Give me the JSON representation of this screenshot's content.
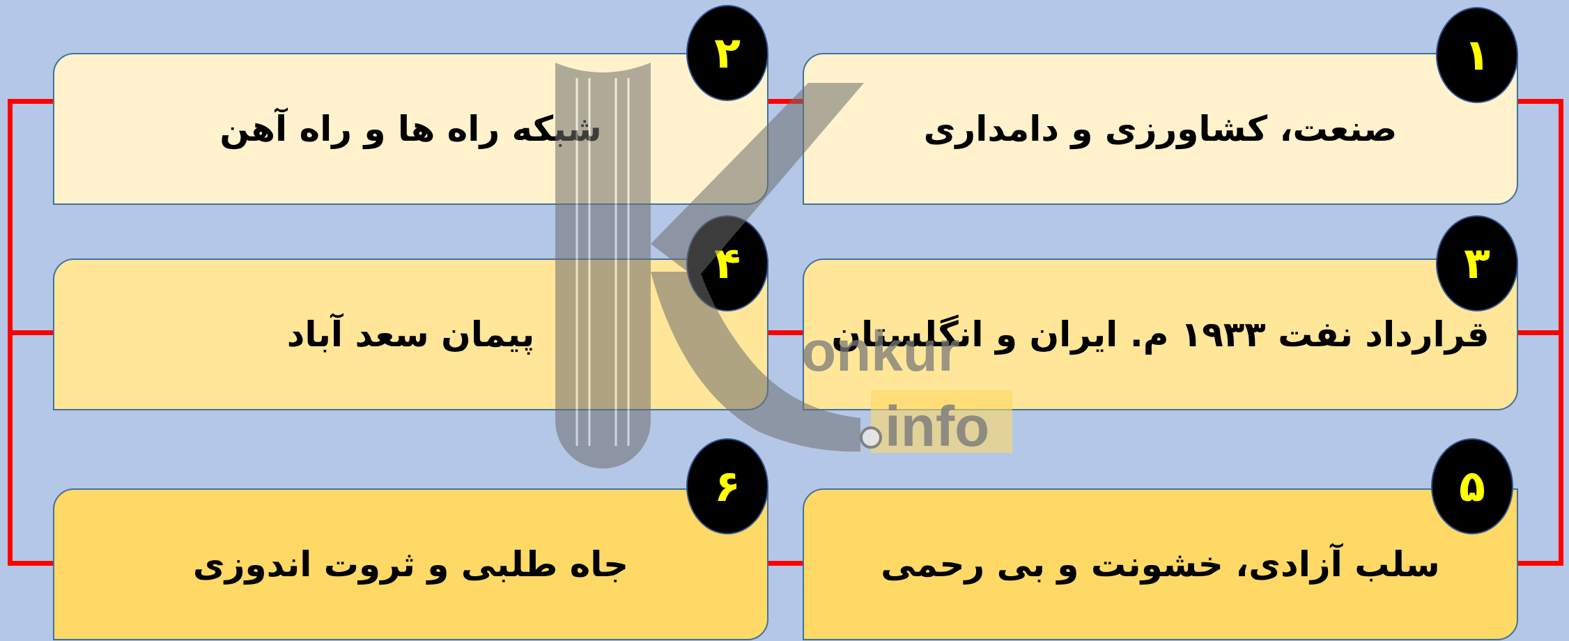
{
  "colors": {
    "background": "#b4c7e7",
    "connector": "#ff0000",
    "row1_fill": "#fff2cc",
    "row2_fill": "#ffe699",
    "row3_fill": "#ffd966",
    "badge_fill": "#000000",
    "badge_number": "#ffff00"
  },
  "items": [
    {
      "number": "۱",
      "text": "صنعت، کشاورزی و دامداری"
    },
    {
      "number": "۲",
      "text": "شبکه راه ها و راه آهن"
    },
    {
      "number": "۳",
      "text": "قرارداد نفت ۱۹۳۳ م. ایران و انگلستان"
    },
    {
      "number": "۴",
      "text": "پیمان سعد آباد"
    },
    {
      "number": "۵",
      "text": "سلب آزادی، خشونت و بی رحمی"
    },
    {
      "number": "۶",
      "text": "جاه طلبی و ثروت اندوزی"
    }
  ],
  "watermark": {
    "brand_text": "onkur",
    "domain_text": "info"
  }
}
